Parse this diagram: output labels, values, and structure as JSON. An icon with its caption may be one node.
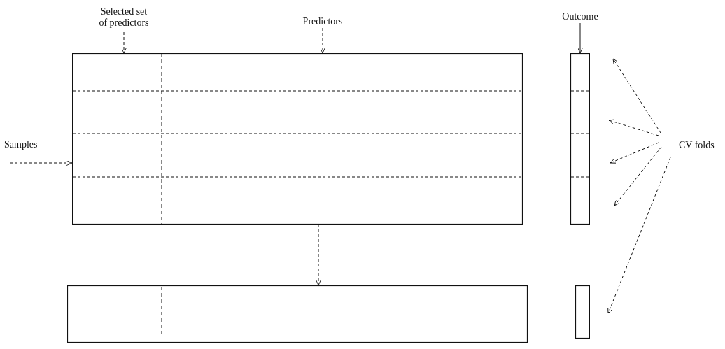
{
  "diagram": {
    "nodes": [
      {
        "text": [
          "Selected set of predictors"
        ]
      },
      {
        "text": [
          "Predictors"
        ]
      },
      {
        "text": [
          "Outcome"
        ]
      },
      {
        "text": [
          "Samples"
        ]
      },
      {
        "text": [],
        "shape": "box"
      },
      {
        "text": [],
        "shape": "box"
      },
      {
        "text": [],
        "shape": "box"
      },
      {
        "text": [],
        "shape": "box"
      },
      {
        "text": [
          "CV folds"
        ]
      }
    ],
    "edges": [
      {
        "from": 0,
        "to": 4,
        "arrow": "to",
        "style": "dashed"
      },
      {
        "from": 1,
        "to": 4,
        "arrow": "to",
        "style": "dashed"
      },
      {
        "from": 2,
        "to": 5,
        "arrow": "to"
      },
      {
        "from": 3,
        "to": 4,
        "arrow": "to",
        "style": "dashed"
      },
      {
        "from": 4,
        "to": 6,
        "arrow": "to",
        "style": "dashed"
      },
      {
        "from": 8,
        "to": null,
        "arrow": "to",
        "style": "dashed"
      },
      {
        "from": 8,
        "to": null,
        "arrow": "to",
        "style": "dashed"
      },
      {
        "from": 8,
        "to": null,
        "arrow": "to",
        "style": "dashed"
      },
      {
        "from": 8,
        "to": null,
        "arrow": "to",
        "style": "dashed"
      },
      {
        "from": 8,
        "to": null,
        "arrow": "to",
        "style": "dashed"
      }
    ]
  }
}
